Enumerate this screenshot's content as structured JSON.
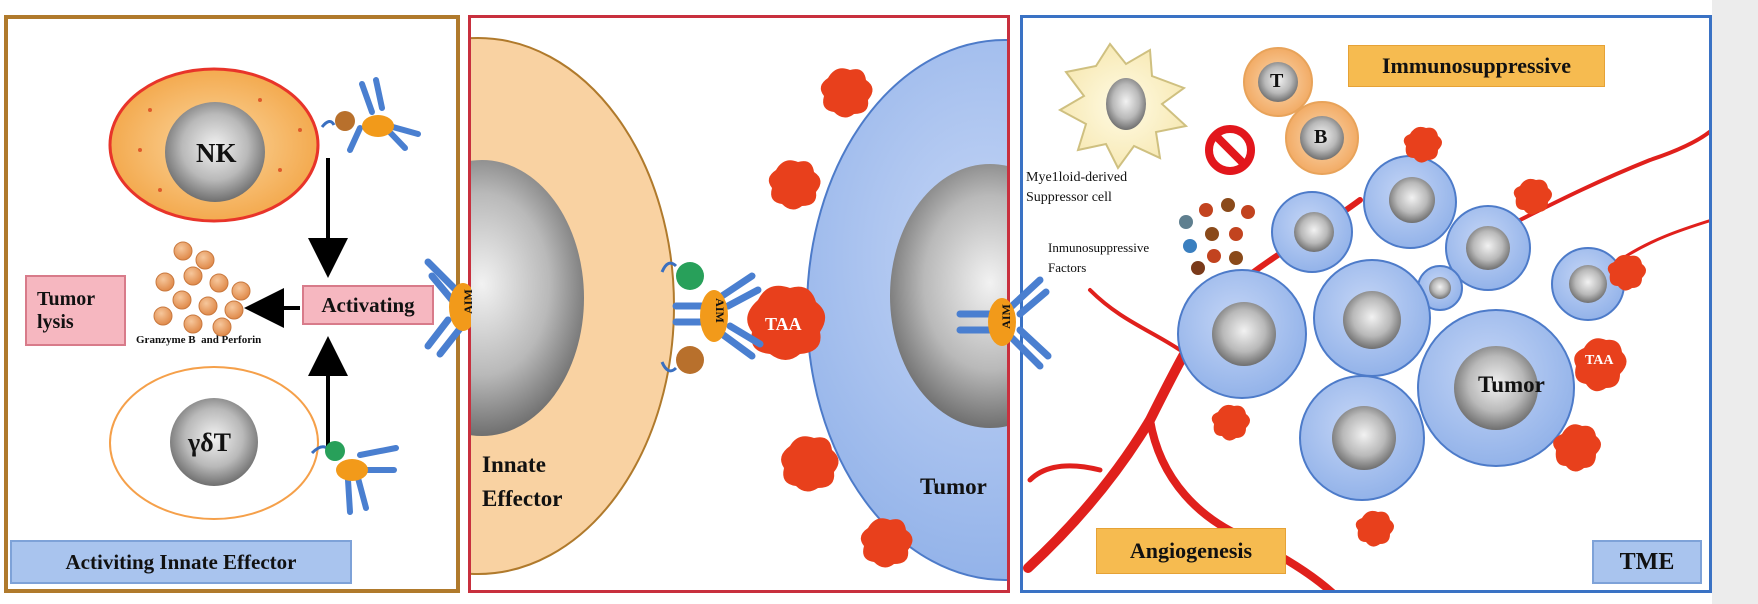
{
  "panel1": {
    "nk_label": "NK",
    "gdt_label": "γδT",
    "activating_label": "Activating",
    "granzyme_label": "Granzyme B  and Perforin",
    "tumor_lysis_label": "Tumor\nlysis",
    "title": "Activiting Innate Effector"
  },
  "panel2": {
    "aim_label": "AIM",
    "taa_label": "TAA",
    "effector_label": "Innate\nEffector",
    "tumor_label": "Tumor"
  },
  "panel3": {
    "mdsc_label": "Mye1loid-derived\nSuppressor cell",
    "factors_label": "Inmunosuppressive\nFactors",
    "immunosuppressive_label": "Immunosuppressive",
    "t_label": "T",
    "b_label": "B",
    "tumor_label": "Tumor",
    "taa_label": "TAA",
    "angiogenesis_label": "Angiogenesis",
    "tme_label": "TME"
  },
  "colors": {
    "nk_body": "#f4a647",
    "nk_border": "#e8342a",
    "effector": "#f9d2a2",
    "tumor_cell": "#9bb8ec",
    "tumor_border": "#4d7bc9",
    "taa": "#e8401c",
    "vessel": "#e0201c",
    "antibody": "#3a6fc0",
    "aim_knob": "#f29a1a"
  }
}
